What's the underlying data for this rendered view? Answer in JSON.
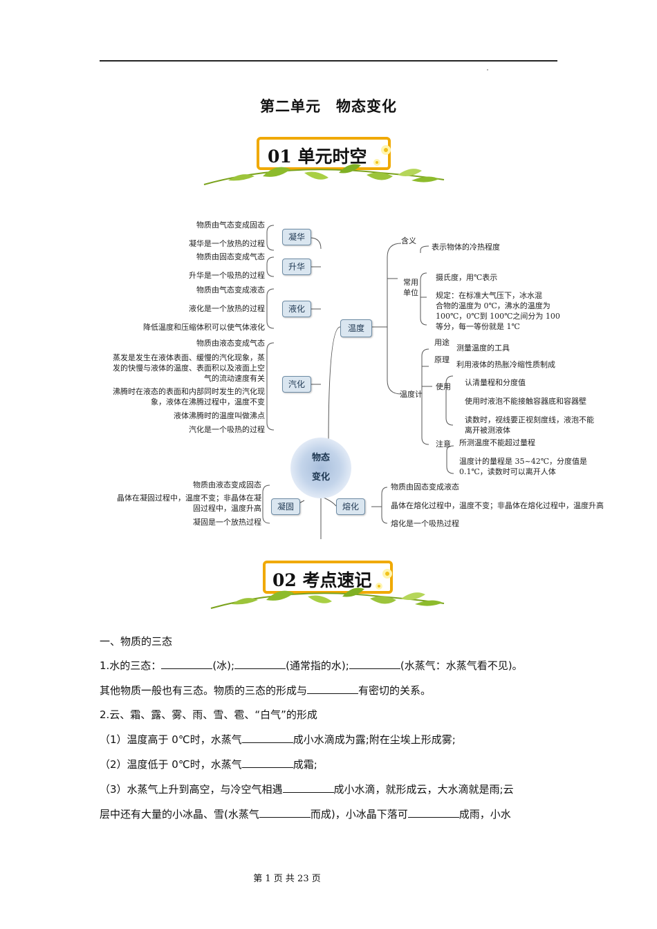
{
  "page_title": "第二单元　物态变化",
  "banner1": {
    "num": "01",
    "text": "单元时空"
  },
  "banner2": {
    "num": "02",
    "text": "考点速记"
  },
  "mindmap": {
    "center": [
      "物态",
      "变化"
    ],
    "nodes": {
      "ninghua": "凝华",
      "shenghua": "升华",
      "yehua": "液化",
      "qihua": "汽化",
      "wendu": "温度",
      "ronghua": "熔化",
      "ninggu": "凝固"
    },
    "ninghua_items": [
      "物质由气态变成固态",
      "凝华是一个放热的过程"
    ],
    "shenghua_items": [
      "物质由固态变成气态",
      "升华是一个吸热的过程"
    ],
    "yehua_items": [
      "物质由气态变成液态",
      "液化是一个放热的过程",
      "降低温度和压缩体积可以使气体液化"
    ],
    "qihua_items": [
      "物质由液态变成气态",
      "蒸发是发生在液体表面、缓慢的汽化现象，蒸",
      "发的快慢与液体的温度、表面积以及液面上空",
      "气的流动速度有关",
      "沸腾时在液态的表面和内部同时发生的汽化现",
      "象，液体在沸腾过程中，温度不变",
      "液体沸腾时的温度叫做沸点",
      "汽化是一个吸热的过程"
    ],
    "ninggu_items": [
      "物质由液态变成固态",
      "晶体在凝固过程中，温度不变；非晶体在凝",
      "固过程中，温度升高",
      "凝固是一个放热过程"
    ],
    "ronghua_items": [
      "物质由固态变成液态",
      "晶体在熔化过程中，温度不变；非晶体在熔化过程中，温度升高",
      "熔化是一个吸热过程"
    ],
    "wendu": {
      "hanyi_label": "含义",
      "hanyi": "表示物体的冷热程度",
      "danwei_label1": "常用",
      "danwei_label2": "单位",
      "danwei_1": "摄氏度，用℃表示",
      "danwei_2": [
        "规定：在标准大气压下，冰水混",
        "合物的温度为 0℃，沸水的温度为",
        "100℃，0℃到 100℃之间分为 100",
        "等分，每一等份就是 1℃"
      ],
      "wenduji_label": "温度计",
      "yongtu_label": "用途",
      "yongtu": "测量温度的工具",
      "yuanli_label": "原理",
      "yuanli": "利用液体的热胀冷缩性质制成",
      "shiyong_label": "使用",
      "shiyong": [
        "认清量程和分度值",
        "使用时液泡不能接触容器底和容器壁",
        "读数时，视线要正视刻度线，液泡不能",
        "离开被测液体"
      ],
      "zhuyi_label": "注意",
      "zhuyi": [
        "所测温度不能超过量程",
        "温度计的量程是 35~42℃，分度值是",
        "0.1℃，读数时可以离开人体"
      ]
    }
  },
  "section1_title": "一、物质的三态",
  "lines": {
    "l1a": "1.水的三态：",
    "l1b": "(冰);",
    "l1c": "(通常指的水);",
    "l1d": "(水蒸气：水蒸气看不见)。",
    "l2a": "其他物质一般也有三态。物质的三态的形成与",
    "l2b": "有密切的关系。",
    "l3": "2.云、霜、露、雾、雨、雪、雹、“白气”的形成",
    "l4a": "（1）温度高于 0℃时，水蒸气",
    "l4b": "成小水滴成为露;附在尘埃上形成雾;",
    "l5a": "（2）温度低于 0℃时，水蒸气",
    "l5b": "成霜;",
    "l6a": "（3）水蒸气上升到高空，与冷空气相遇",
    "l6b": "成小水滴，就形成云，大水滴就是雨;云",
    "l7a": "层中还有大量的小冰晶、雪(水蒸气",
    "l7b": "而成)，小冰晶下落可",
    "l7c": "成雨，小水"
  },
  "footer": "第 1 页 共 23 页"
}
